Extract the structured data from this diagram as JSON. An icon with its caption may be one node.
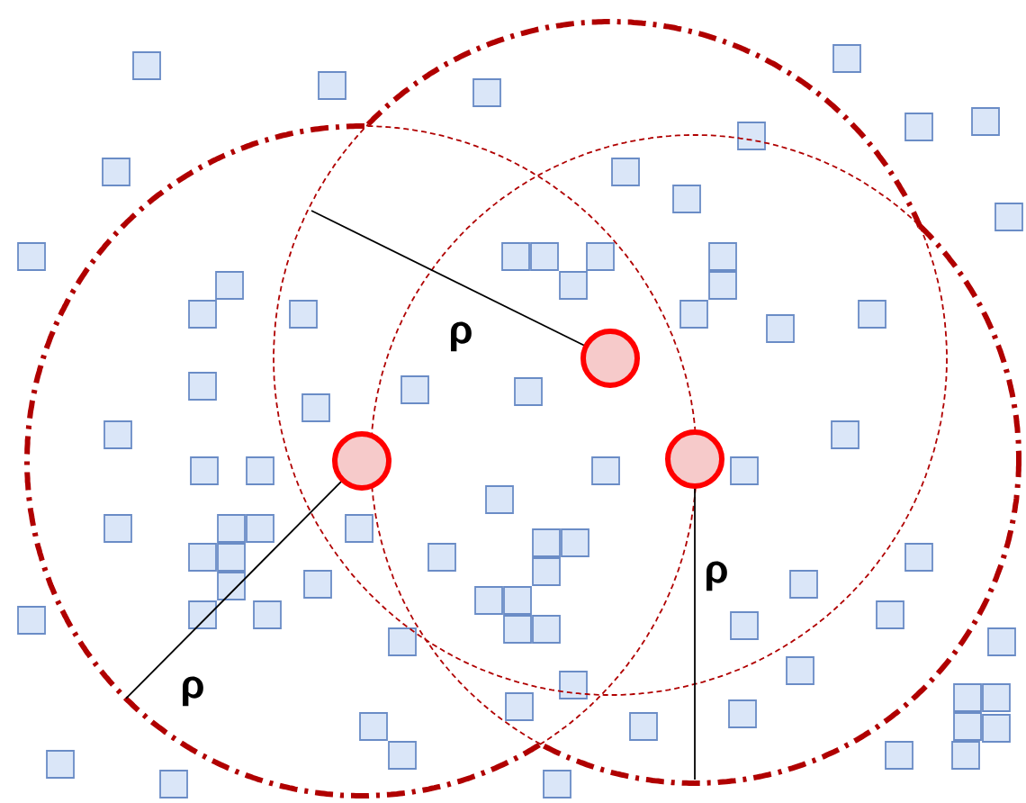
{
  "diagram": {
    "nodes": [
      {
        "text": [],
        "shape": "circle"
      },
      {
        "text": [],
        "shape": "circle"
      },
      {
        "text": [],
        "shape": "circle"
      }
    ],
    "labels": [
      "ρ",
      "ρ",
      "ρ"
    ]
  }
}
